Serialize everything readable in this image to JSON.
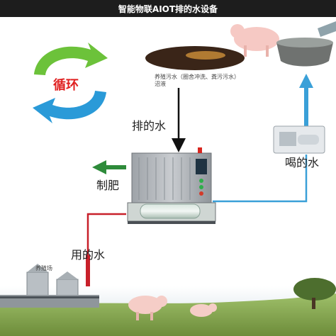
{
  "title": "智能物联AIOT排的水设备",
  "cycle_label": "循环",
  "wastewater_label_line1": "养殖污水（圈舍冲洗、粪污污水）",
  "wastewater_label_line2": "沼液",
  "drain_label": "排的水",
  "drink_label": "喝的水",
  "fertilizer_label": "制肥",
  "use_label": "用的水",
  "farm_label": "养殖场",
  "colors": {
    "green_arrow": "#2e8b3a",
    "red_arrow": "#c8202a",
    "blue_arrow": "#3aa0d8",
    "cycle_green": "#6cc23a",
    "cycle_blue": "#2a9ad8"
  }
}
